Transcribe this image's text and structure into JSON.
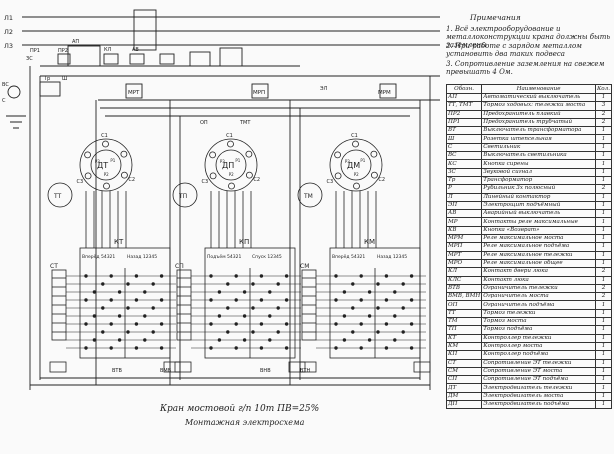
{
  "notes": {
    "heading": "Примечания",
    "items": [
      "1. Всё электрооборудование и металлоконструкции крана должны быть заземлены",
      "2. При работе с зарядом металлом установить два таких подвеса",
      "3. Сопротивление заземления на свежем превышать 4 Ом."
    ]
  },
  "title": {
    "line1": "Кран мостовой г/п 10т ПВ=25%",
    "line2": "Монтажная электросхема"
  },
  "table": {
    "headers": [
      "Обозн.",
      "Наименование",
      "Кол."
    ],
    "rows": [
      [
        "АП",
        "Автоматический выключатель",
        "1"
      ],
      [
        "ТТ, ТМТ",
        "Тормоз ходовых: тележки моста",
        "3"
      ],
      [
        "ПР2",
        "Предохранитель плавкий",
        "2"
      ],
      [
        "ПР1",
        "Предохранитель трубчатый",
        "2"
      ],
      [
        "ВТ",
        "Выключатель трансформатора",
        "1"
      ],
      [
        "Ш",
        "Розетка штепсельная",
        "1"
      ],
      [
        "С",
        "Светильник",
        "1"
      ],
      [
        "ВС",
        "Выключатель светильника",
        "1"
      ],
      [
        "КС",
        "Кнопка сирены",
        "1"
      ],
      [
        "ЗС",
        "Звуковой сигнал",
        "1"
      ],
      [
        "Тр",
        "Трансформатор",
        "1"
      ],
      [
        "Р",
        "Рубильник 3х полюсный",
        "2"
      ],
      [
        "Л",
        "Линейный контактор",
        "1"
      ],
      [
        "ЭП",
        "Электрощит подъёмный",
        "1"
      ],
      [
        "АВ",
        "Аварийный выключатель",
        "1"
      ],
      [
        "МР",
        "Контакты реле максимальные",
        "1"
      ],
      [
        "КВ",
        "Кнопка «Возврат»",
        "1"
      ],
      [
        "МРМ",
        "Реле максимальное моста",
        "1"
      ],
      [
        "МРП",
        "Реле максимальное подъёма",
        "1"
      ],
      [
        "МРТ",
        "Реле максимальное тележки",
        "1"
      ],
      [
        "МРО",
        "Реле максимальное общее",
        "1"
      ],
      [
        "КЛ",
        "Контакт двери люка",
        "2"
      ],
      [
        "КЛС",
        "Контакт люка",
        "1"
      ],
      [
        "ВТВ",
        "Ограничитель тележки",
        "2"
      ],
      [
        "ВМВ, ВМН",
        "Ограничитель моста",
        "2"
      ],
      [
        "ОП",
        "Ограничитель подъёма",
        "1"
      ],
      [
        "ТТ",
        "Тормоз тележки",
        "1"
      ],
      [
        "ТМ",
        "Тормоз моста",
        "1"
      ],
      [
        "ТП",
        "Тормоз подъёма",
        "1"
      ],
      [
        "КТ",
        "Контроллер тележки",
        "1"
      ],
      [
        "КМ",
        "Контроллер моста",
        "1"
      ],
      [
        "КП",
        "Контроллер подъёма",
        "1"
      ],
      [
        "СТ",
        "Сопротивление ЭТ тележки",
        "1"
      ],
      [
        "СМ",
        "Сопротивление ЭТ моста",
        "1"
      ],
      [
        "СП",
        "Сопротивление ЭТ подъёма",
        "1"
      ],
      [
        "ДТ",
        "Электродвигатель тележки",
        "1"
      ],
      [
        "ДМ",
        "Электродвигатель моста",
        "1"
      ],
      [
        "ДП",
        "Электродвигатель подъёма",
        "1"
      ]
    ]
  },
  "labels": {
    "phases": [
      "Л1",
      "Л2",
      "Л3"
    ],
    "motors": [
      "ДТ",
      "ДП",
      "ДМ"
    ],
    "controllers": [
      "КТ",
      "КП",
      "КМ"
    ],
    "brakes": [
      "ТТ",
      "ТП",
      "ТМ"
    ],
    "resistors": [
      "СТ",
      "СП",
      "СМ"
    ],
    "relays": [
      "МРТ",
      "МРП",
      "МРМ"
    ],
    "misc": [
      "АП",
      "КЛ",
      "АВ",
      "ЗС",
      "ВС",
      "С",
      "Ш",
      "Тр",
      "ОП",
      "ТМТ",
      "ВТВ",
      "ВМВ",
      "ВНВ",
      "ВТН",
      "ЭЛ",
      "ПР1",
      "ПР2"
    ],
    "ctrl_head_left": "Вперёд 54321",
    "ctrl_head_right": "Назад 12345",
    "ctrl_head_up": "Подъём 54321",
    "ctrl_head_down": "Спуск 12345",
    "winding_stator": [
      "C1",
      "C2",
      "C3"
    ],
    "winding_rotor": [
      "P1",
      "P2",
      "P3"
    ]
  }
}
